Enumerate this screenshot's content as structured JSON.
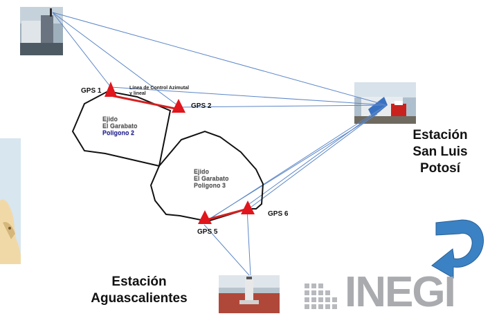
{
  "gps_points": [
    {
      "id": "gps1",
      "label": "GPS 1"
    },
    {
      "id": "gps2",
      "label": "GPS 2"
    },
    {
      "id": "gps5",
      "label": "GPS 5"
    },
    {
      "id": "gps6",
      "label": "GPS 6"
    }
  ],
  "control_line_label": [
    "Línea de Control Azimutal",
    "y lineal"
  ],
  "polygon2": {
    "line1": "Ejido",
    "line2": "El Garabato",
    "line3": "Poligono 2"
  },
  "polygon3": {
    "line1": "Ejido",
    "line2": "El Garabato",
    "line3": "Poligono 3"
  },
  "station_slp": [
    "Estación",
    "San Luis",
    "Potosí"
  ],
  "station_ags": [
    "Estación",
    "Aguascalientes"
  ],
  "logo": {
    "text": "INEGI",
    "color": "#a9abaf"
  },
  "colors": {
    "baseline": "#5b86c7",
    "control_line": "#d42020",
    "gps_marker": "#e0161c",
    "polygon_outline": "#111111",
    "arrow": "#3b82c4"
  }
}
